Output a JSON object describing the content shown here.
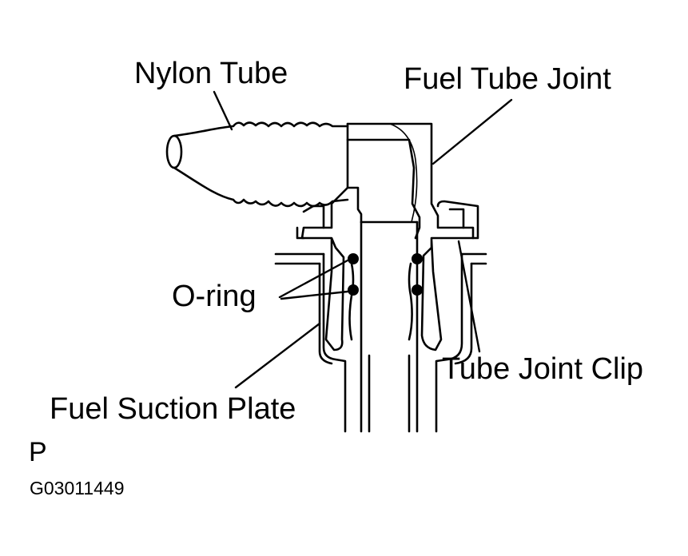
{
  "labels": {
    "nylon_tube": "Nylon Tube",
    "fuel_tube_joint": "Fuel Tube Joint",
    "o_ring": "O-ring",
    "tube_joint_clip": "Tube Joint Clip",
    "fuel_suction_plate": "Fuel Suction Plate",
    "view_letter": "P",
    "figure_code": "G03011449"
  }
}
